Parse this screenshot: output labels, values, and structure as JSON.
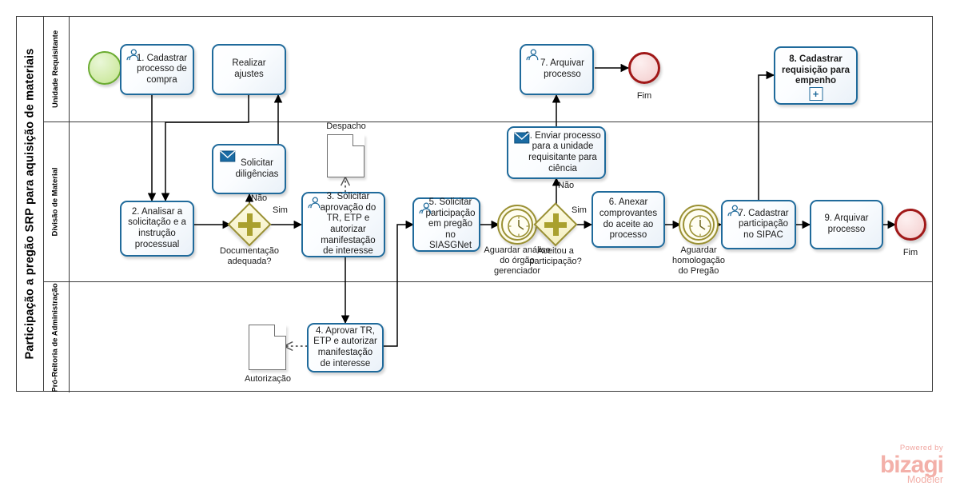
{
  "pool": {
    "title": "Participação a pregão SRP para aquisição de materiais",
    "lanes": [
      {
        "id": "lane-unidade",
        "label": "Unidade Requisitante"
      },
      {
        "id": "lane-divisao",
        "label": "Divisão de Material"
      },
      {
        "id": "lane-proreitoria",
        "label": "Pró-Reitoria de\nAdministração"
      }
    ]
  },
  "events": {
    "start": {
      "name": "start-event",
      "label": ""
    },
    "end_top": {
      "name": "end-event-top",
      "label": "Fim"
    },
    "end_right": {
      "name": "end-event-right",
      "label": "Fim"
    },
    "timer1": {
      "name": "timer-event-analise",
      "label": "Aguardar análise\ndo órgão\ngerenciador"
    },
    "timer2": {
      "name": "timer-event-homologacao",
      "label": "Aguardar\nhomologação\ndo Pregão"
    }
  },
  "gateways": [
    {
      "id": "gw-documentacao",
      "label": "Documentação\nadequada?",
      "yes": "Sim",
      "no": "Não"
    },
    {
      "id": "gw-aceitou",
      "label": "Aceitou a\nparticipação?",
      "yes": "Sim",
      "no": "Não"
    }
  ],
  "tasks": [
    {
      "id": "t1",
      "label": "1. Cadastrar processo de compra",
      "icon": "user-task-icon",
      "lane": "unidade"
    },
    {
      "id": "t2",
      "label": "Realizar ajustes",
      "icon": "none",
      "lane": "unidade"
    },
    {
      "id": "t7a",
      "label": "7. Arquivar processo",
      "icon": "user-task-icon",
      "lane": "unidade"
    },
    {
      "id": "t8",
      "label": "8. Cadastrar requisição para empenho",
      "icon": "none",
      "lane": "unidade",
      "bold": true,
      "subprocess": true
    },
    {
      "id": "t3a",
      "label": "Solicitar diligências",
      "icon": "send-task-icon",
      "lane": "divisao"
    },
    {
      "id": "t2b",
      "label": "2. Analisar a solicitação e a instrução processual",
      "icon": "none",
      "lane": "divisao"
    },
    {
      "id": "t3",
      "label": "3. Solicitar aprovação do TR, ETP e autorizar manifestação de interesse",
      "icon": "user-task-icon",
      "lane": "divisao"
    },
    {
      "id": "t5",
      "label": "5. Solicitar participação em pregão no SIASGNet",
      "icon": "user-task-icon",
      "lane": "divisao"
    },
    {
      "id": "t6a",
      "label": "6. Enviar processo para a unidade requisitante para ciência",
      "icon": "send-task-icon",
      "lane": "divisao"
    },
    {
      "id": "t6",
      "label": "6. Anexar comprovantes do aceite ao processo",
      "icon": "none",
      "lane": "divisao"
    },
    {
      "id": "t7",
      "label": "7. Cadastrar participação no SIPAC",
      "icon": "user-task-icon",
      "lane": "divisao"
    },
    {
      "id": "t9",
      "label": "9. Arquivar processo",
      "icon": "none",
      "lane": "divisao"
    },
    {
      "id": "t4",
      "label": "4. Aprovar TR, ETP e autorizar manifestação de interesse",
      "icon": "none",
      "lane": "proreitoria"
    }
  ],
  "data_objects": [
    {
      "id": "doc-despacho",
      "label": "Despacho"
    },
    {
      "id": "doc-autorizacao",
      "label": "Autorização"
    }
  ],
  "watermark": {
    "powered_by": "Powered by",
    "brand": "bizagi",
    "product": "Modeler"
  },
  "colors": {
    "task_border": "#1f6a9b",
    "start_event": "#6aab30",
    "end_event": "#a01818",
    "gateway": "#9a9033",
    "lane_border": "#3a3a3a",
    "watermark": "#f3b0a9"
  }
}
